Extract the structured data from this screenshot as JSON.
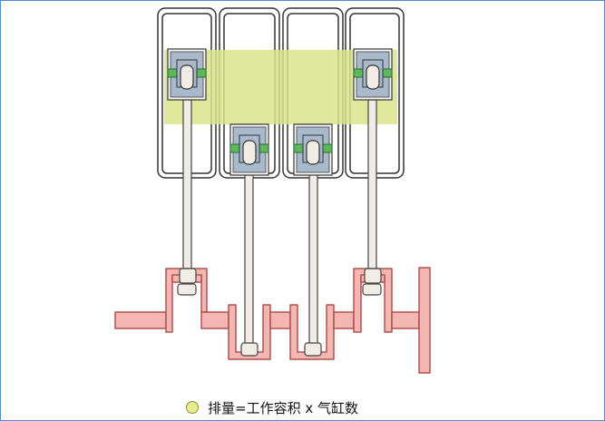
{
  "caption": {
    "text": "排量=工作容积 x 气缸数",
    "marker_color": "#e8ec8a"
  },
  "colors": {
    "frame_border": "#4a8fd6",
    "cylinder_border": "#333333",
    "displacement_band": "#d8e38a",
    "piston_body": "#a9b9cc",
    "piston_ring": "#5cb85c",
    "crankshaft_fill": "#f4b6b3",
    "crankshaft_stroke": "#b0524c",
    "rod_fill": "#f2ece6"
  },
  "cylinders": [
    {
      "name": "cylinder-1",
      "piston_position": "top"
    },
    {
      "name": "cylinder-2",
      "piston_position": "bottom"
    },
    {
      "name": "cylinder-3",
      "piston_position": "bottom"
    },
    {
      "name": "cylinder-4",
      "piston_position": "top"
    }
  ]
}
